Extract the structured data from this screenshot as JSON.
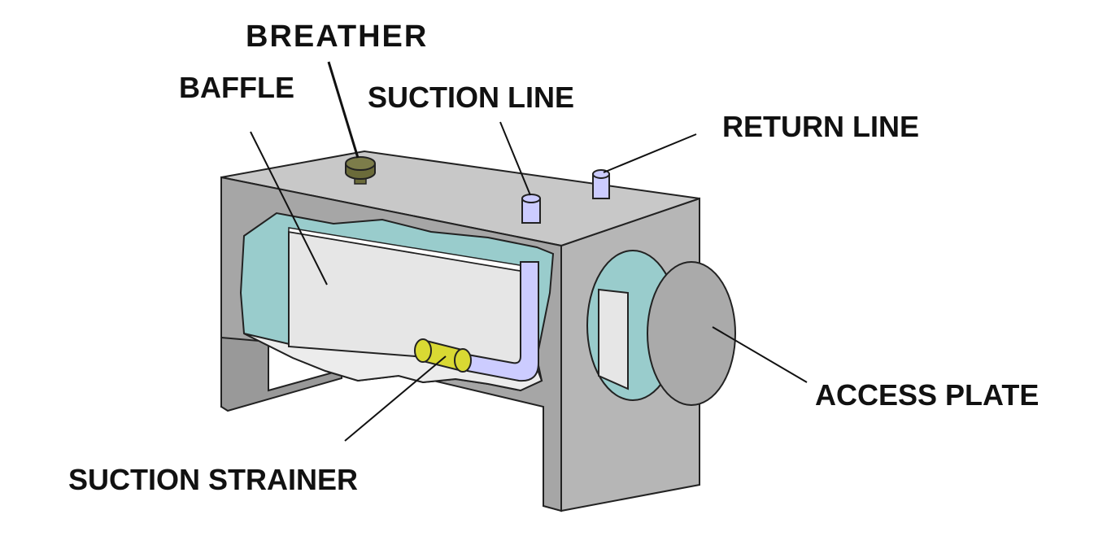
{
  "labels": {
    "breather": "BREATHER",
    "baffle": "BAFFLE",
    "suction_line": "SUCTION LINE",
    "return_line": "RETURN LINE",
    "access_plate": "ACCESS PLATE",
    "suction_strainer": "SUCTION STRAINER"
  },
  "colors": {
    "tank_body": "#a6a6a6",
    "tank_top": "#c8c8c8",
    "tank_side": "#b6b6b6",
    "interior_fluid": "#99cccc",
    "baffle": "#e6e6e6",
    "pipe": "#ccccff",
    "strainer": "#d9d933",
    "breather_cap": "#6b6b3a",
    "outline": "#222222"
  }
}
